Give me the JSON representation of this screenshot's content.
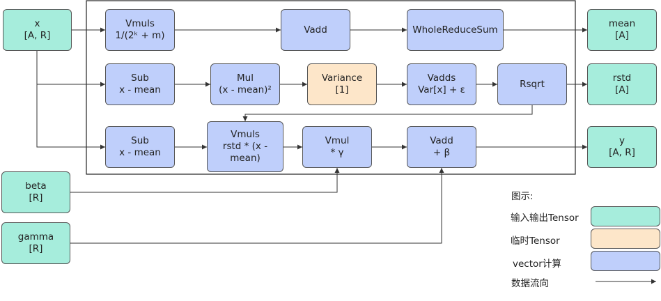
{
  "nodes": {
    "x": {
      "l1": "x",
      "l2": "[A, R]"
    },
    "beta": {
      "l1": "beta",
      "l2": "[R]"
    },
    "gamma": {
      "l1": "gamma",
      "l2": "[R]"
    },
    "vmuls1": {
      "l1": "Vmuls",
      "l2": "1/(2ᵏ + m)"
    },
    "vadd1": {
      "l1": "Vadd"
    },
    "wrs": {
      "l1": "WholeReduceSum"
    },
    "mean": {
      "l1": "mean",
      "l2": "[A]"
    },
    "sub1": {
      "l1": "Sub",
      "l2": "x - mean"
    },
    "mul": {
      "l1": "Mul",
      "l2": "(x - mean)²"
    },
    "variance": {
      "l1": "Variance",
      "l2": "[1]"
    },
    "vadds": {
      "l1": "Vadds",
      "l2": "Var[x] + ε"
    },
    "rsqrt": {
      "l1": "Rsqrt"
    },
    "rstd": {
      "l1": "rstd",
      "l2": "[A]"
    },
    "sub2": {
      "l1": "Sub",
      "l2": "x - mean"
    },
    "vmuls2": {
      "l1": "Vmuls",
      "l2": "rstd * (x -",
      "l3": "mean)"
    },
    "vmul": {
      "l1": "Vmul",
      "l2": "* γ"
    },
    "vadd2": {
      "l1": "Vadd",
      "l2": "+ β"
    },
    "y": {
      "l1": "y",
      "l2": "[A, R]"
    }
  },
  "legend": {
    "title": "图示:",
    "io": "输入输出Tensor",
    "temp": "临时Tensor",
    "vector": "vector计算",
    "flow": "数据流向"
  },
  "colors": {
    "io": "#a6eddc",
    "temp": "#fde6c9",
    "vector": "#bfcffb",
    "stroke": "#555555",
    "arrow": "#333333"
  }
}
